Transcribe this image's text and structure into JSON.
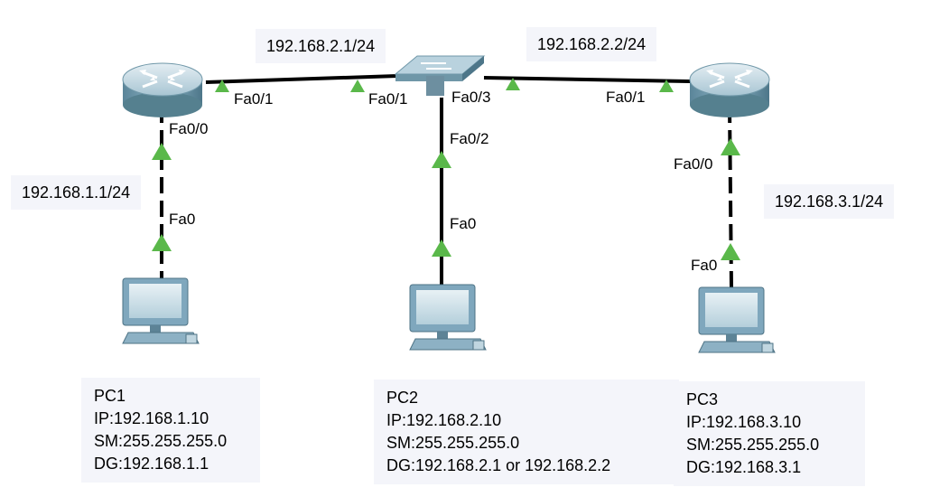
{
  "router1": {
    "ip": "192.168.1.1/24",
    "ip_wan": "192.168.2.1/24",
    "fa01": "Fa0/1",
    "fa00": "Fa0/0",
    "icon": "router-icon"
  },
  "router2": {
    "ip": "192.168.3.1/24",
    "ip_wan": "192.168.2.2/24",
    "fa01": "Fa0/1",
    "fa00": "Fa0/0",
    "icon": "router-icon"
  },
  "switch": {
    "fa01": "Fa0/1",
    "fa02": "Fa0/2",
    "fa03": "Fa0/3",
    "icon": "switch-icon"
  },
  "pc1": {
    "nic": "Fa0",
    "name": "PC1",
    "ip": "IP:192.168.1.10",
    "sm": "SM:255.255.255.0",
    "dg": "DG:192.168.1.1",
    "icon": "pc-icon"
  },
  "pc2": {
    "nic": "Fa0",
    "name": "PC2",
    "ip": "IP:192.168.2.10",
    "sm": "SM:255.255.255.0",
    "dg": "DG:192.168.2.1 or 192.168.2.2",
    "icon": "pc-icon"
  },
  "pc3": {
    "nic": "Fa0",
    "name": "PC3",
    "ip": "IP:192.168.3.10",
    "sm": "SM:255.255.255.0",
    "dg": "DG:192.168.3.1",
    "icon": "pc-icon"
  },
  "colors": {
    "link_up": "#5ab84a",
    "cable": "#000000",
    "label_bg": "#f4f5fa",
    "device": "#7fa7bd"
  }
}
